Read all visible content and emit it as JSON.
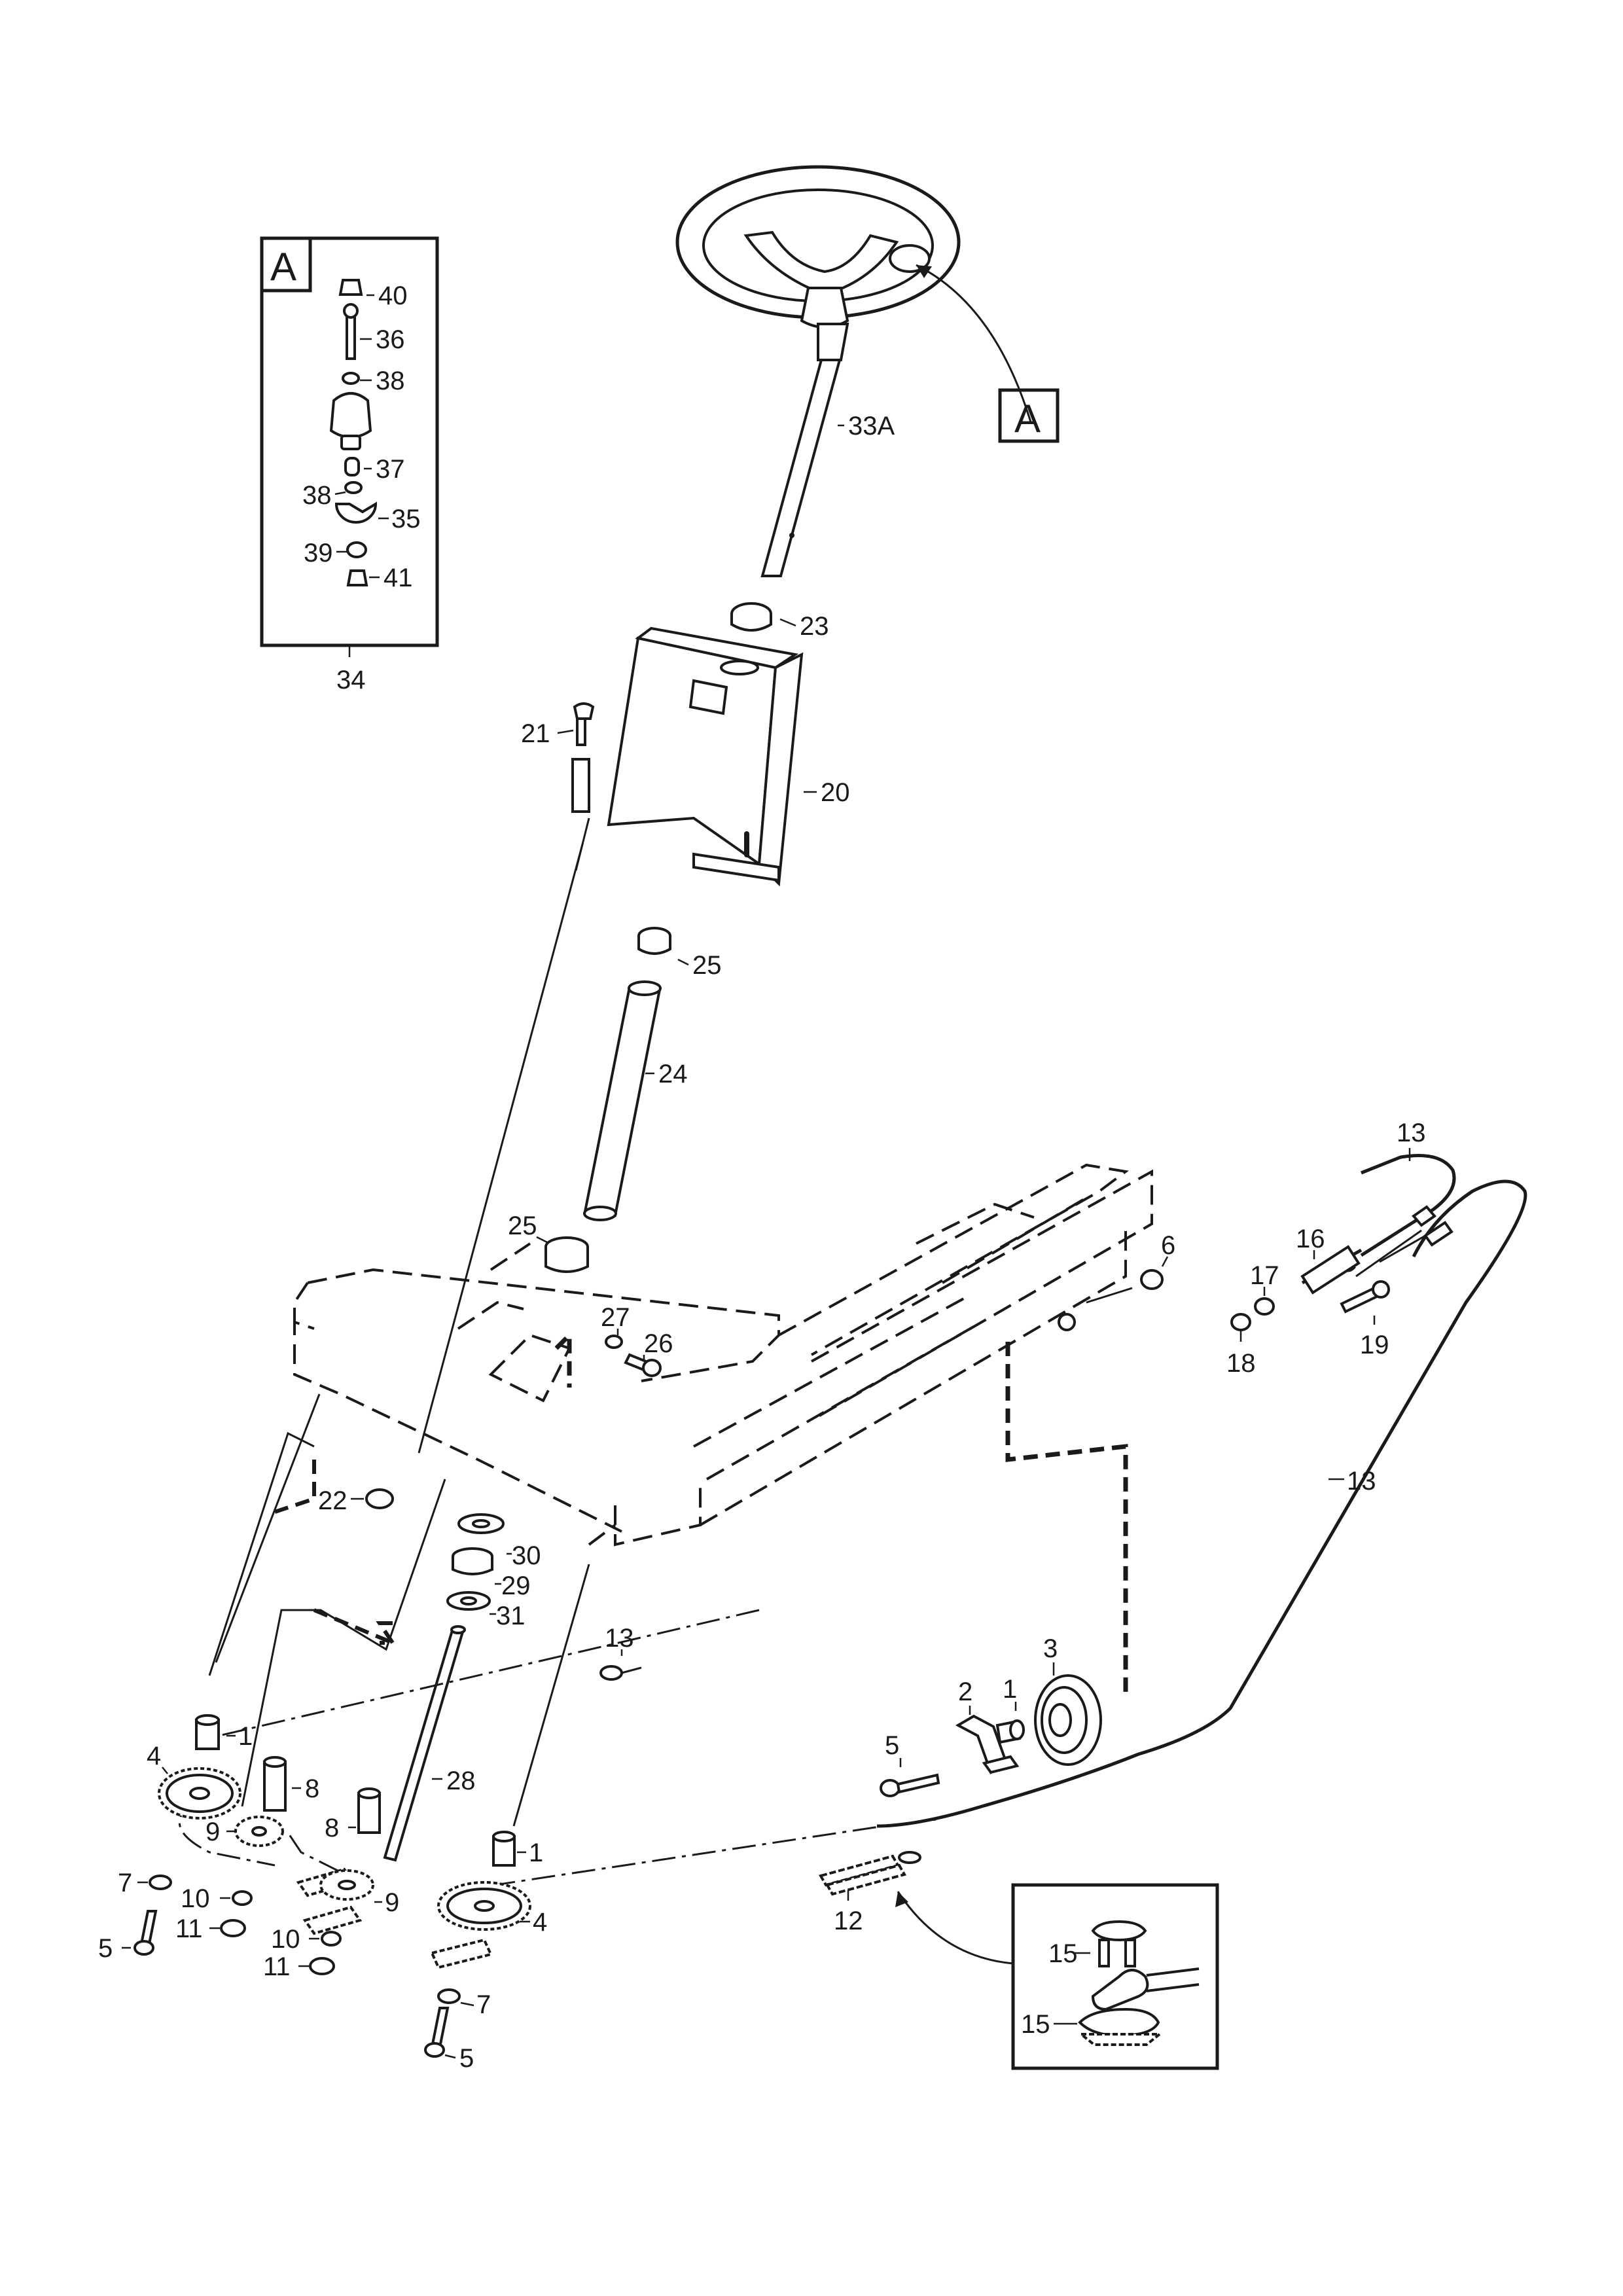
{
  "inset_a": {
    "letter": "A",
    "assembly_number": "34",
    "labels": [
      "40",
      "36",
      "38",
      "37",
      "38",
      "35",
      "39",
      "41"
    ]
  },
  "callout_a": {
    "letter": "A"
  },
  "column": {
    "labels": [
      "33A",
      "23",
      "21",
      "20",
      "25",
      "24",
      "25"
    ]
  },
  "frame": {
    "labels": [
      "6",
      "27",
      "26",
      "22",
      "30",
      "29",
      "31",
      "13",
      "28"
    ]
  },
  "cable": {
    "labels": [
      "13",
      "16",
      "17",
      "19",
      "18",
      "13"
    ]
  },
  "pulley": {
    "labels": [
      "3",
      "2",
      "1",
      "5"
    ]
  },
  "sprockets": {
    "labels": [
      "1",
      "4",
      "8",
      "9",
      "8",
      "7",
      "10",
      "11",
      "5",
      "9",
      "10",
      "11",
      "1",
      "4",
      "7",
      "5",
      "12"
    ]
  },
  "inset_chain": {
    "labels": [
      "15",
      "15"
    ]
  }
}
